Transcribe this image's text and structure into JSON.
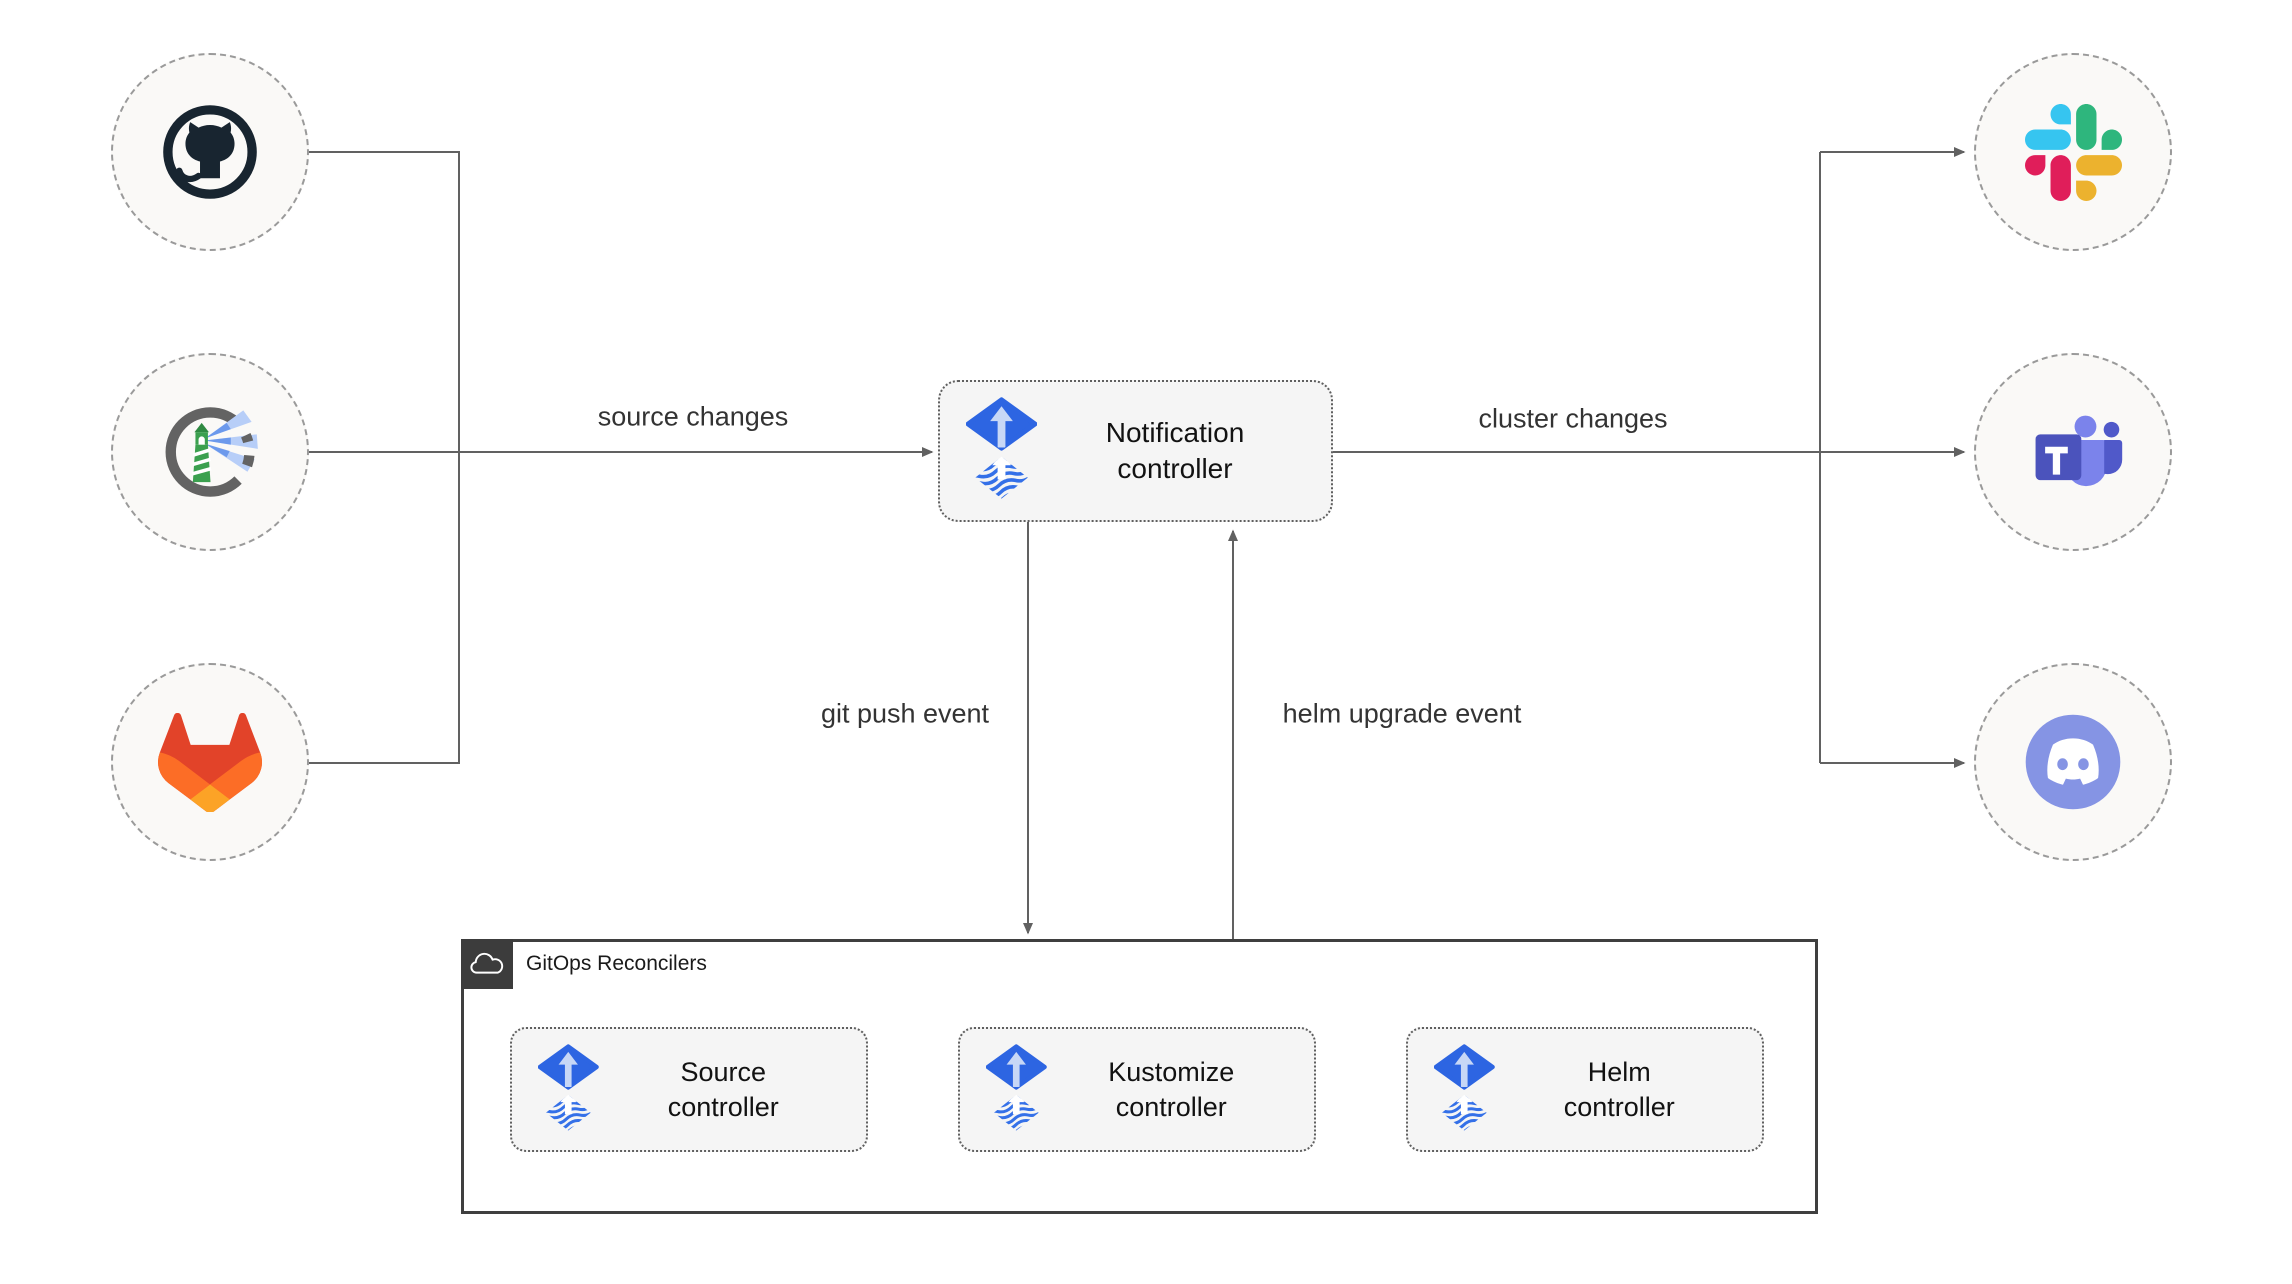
{
  "nodes": {
    "notification_controller": "Notification controller",
    "source_controller": "Source controller",
    "kustomize_controller": "Kustomize controller",
    "helm_controller": "Helm controller"
  },
  "group": {
    "title": "GitOps Reconcilers",
    "icon": "cloud-icon"
  },
  "edge_labels": {
    "source_changes": "source changes",
    "cluster_changes": "cluster changes",
    "git_push_event": "git push event",
    "helm_upgrade_event": "helm upgrade event"
  },
  "sources": [
    {
      "icon": "github-icon"
    },
    {
      "icon": "harbor-icon"
    },
    {
      "icon": "gitlab-icon"
    }
  ],
  "targets": [
    {
      "icon": "slack-icon"
    },
    {
      "icon": "ms-teams-icon"
    },
    {
      "icon": "discord-icon"
    }
  ],
  "node_icon": "flux-icon",
  "colors": {
    "edge": "#616161",
    "node_fill": "#f5f5f5",
    "node_border": "#5f5f5f",
    "circle_border": "#9a9a9a",
    "circle_fill": "#faf9f7",
    "group_border": "#3f3f3f",
    "badge_fill": "#3c3c3c",
    "flux_blue": "#2d65e2",
    "flux_wave_blue": "#3470e8",
    "flux_arrow_light": "#c7d7f6",
    "github_dark": "#182530",
    "harbor_gray": "#636363",
    "harbor_green": "#3ba04f",
    "gitlab_red": "#e24329",
    "gitlab_orange": "#fc6d26",
    "gitlab_yellow": "#fca326",
    "slack_blue": "#36C5F0",
    "slack_green": "#2EB67D",
    "slack_red": "#E01E5A",
    "slack_yellow": "#ECB22E",
    "teams_purple": "#4b53bc",
    "teams_light_purple": "#7b83eb",
    "teams_mid_purple": "#5059c9",
    "discord_blurple": "#8594e4"
  }
}
